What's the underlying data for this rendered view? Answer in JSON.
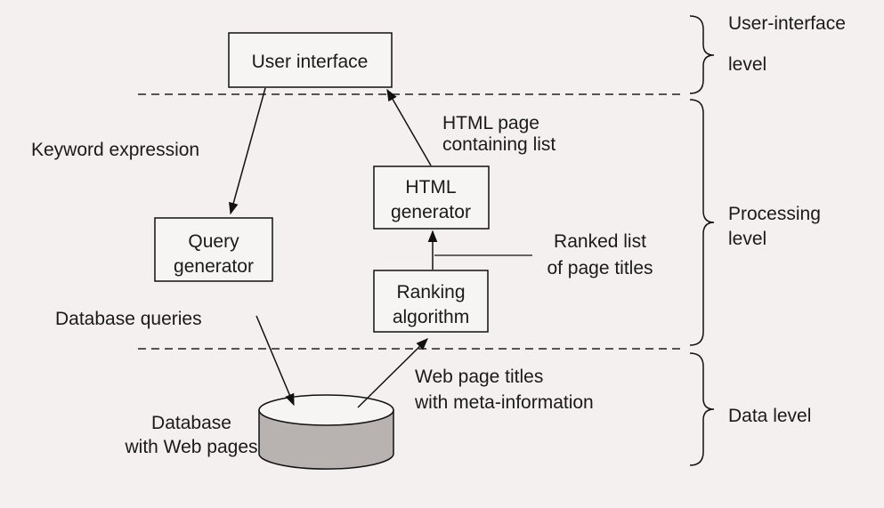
{
  "boxes": {
    "user_interface": "User interface",
    "html_generator": [
      "HTML",
      "generator"
    ],
    "query_generator": [
      "Query",
      "generator"
    ],
    "ranking_algorithm": [
      "Ranking",
      "algorithm"
    ]
  },
  "database": [
    "Database",
    "with Web pages"
  ],
  "edges": {
    "keyword_expression": "Keyword expression",
    "html_page": [
      "HTML page",
      "containing list"
    ],
    "ranked_list": [
      "Ranked list",
      "of page titles"
    ],
    "database_queries": "Database queries",
    "web_page_titles": [
      "Web page titles",
      "with meta-information"
    ]
  },
  "levels": {
    "user_interface": [
      "User-interface",
      "level"
    ],
    "processing": [
      "Processing",
      "level"
    ],
    "data": "Data level"
  },
  "colors": {
    "background": "#f3f0ef",
    "cylinder_side": "#b8b3b1",
    "line": "#1a1a1a"
  }
}
